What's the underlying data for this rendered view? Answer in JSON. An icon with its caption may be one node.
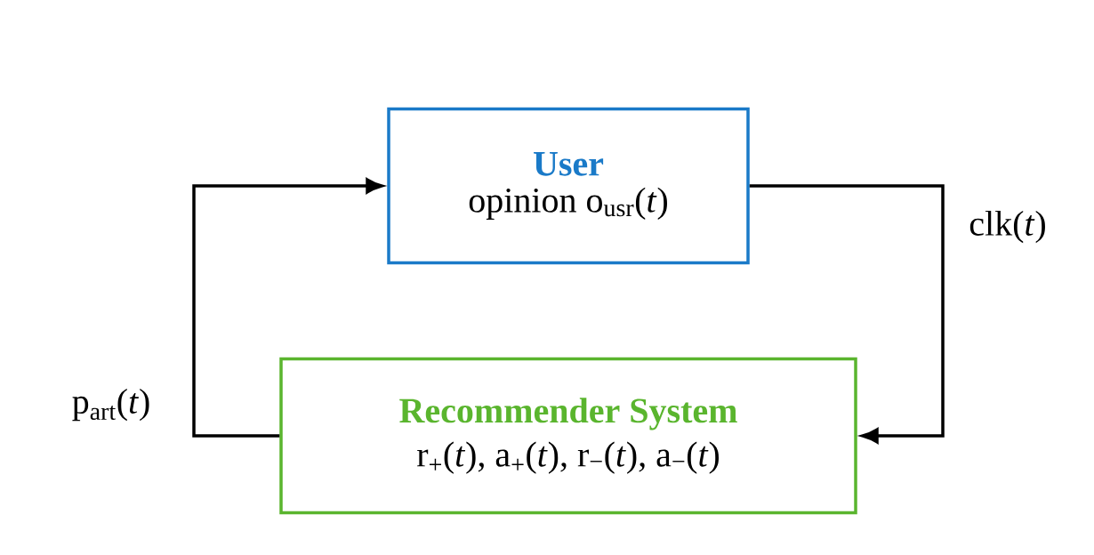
{
  "diagram": {
    "nodes": [
      {
        "text": [
          "User",
          "opinion o$_{usr}$(*t*)"
        ]
      },
      {
        "text": [
          "Recommender System",
          "r$_{+}$(*t*), a$_{+}$(*t*), r$_{−}$(*t*), a$_{−}$(*t*)"
        ]
      }
    ],
    "edges": [
      {
        "from": 1,
        "to": 0,
        "arrow": "to",
        "label": "p$_{art}$(*t*)"
      },
      {
        "from": 0,
        "to": 1,
        "arrow": "to",
        "label": "clk(*t*)"
      }
    ]
  }
}
